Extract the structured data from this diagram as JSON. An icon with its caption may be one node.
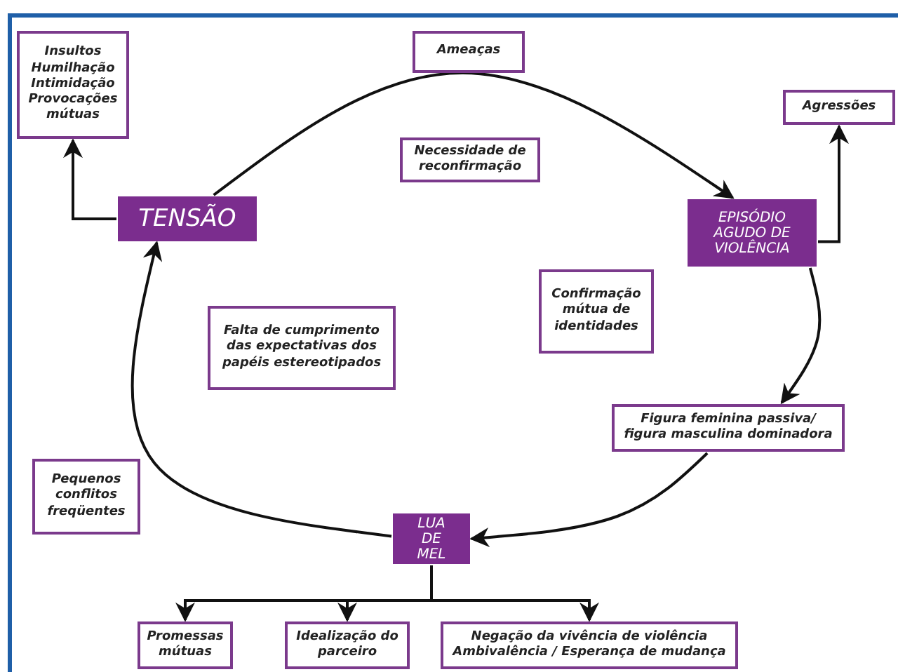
{
  "diagram": {
    "nodes": [
      {
        "text": [
          "Insultos Humilhação Intimidação Provocações mútuas"
        ]
      },
      {
        "text": [
          "Ameaças"
        ]
      },
      {
        "text": [
          "Agressões"
        ]
      },
      {
        "text": [
          "TENSÃO"
        ]
      },
      {
        "text": [
          "Necessidade de reconfirmação"
        ]
      },
      {
        "text": [
          "EPISÓDIO AGUDO DE VIOLÊNCIA"
        ]
      },
      {
        "text": [
          "Falta de cumprimento das expectativas dos papéis estereotipados"
        ]
      },
      {
        "text": [
          "Confirmação mútua de identidades"
        ]
      },
      {
        "text": [
          "Figura feminina passiva/ figura masculina dominadora"
        ]
      },
      {
        "text": [
          "Pequenos conflitos freqüentes"
        ]
      },
      {
        "text": [
          "LUA DE MEL"
        ]
      },
      {
        "text": [
          "Promessas mútuas"
        ]
      },
      {
        "text": [
          "Idealização do parceiro"
        ]
      },
      {
        "text": [
          "Negação da vivência de violência Ambivalência / Esperança de mudança"
        ]
      }
    ],
    "edges": [
      {
        "from": 3,
        "to": 0,
        "arrow": "to"
      },
      {
        "from": 3,
        "to": 5,
        "arrow": "to"
      },
      {
        "from": 5,
        "to": 2,
        "arrow": "to"
      },
      {
        "from": 5,
        "to": 8,
        "arrow": "to"
      },
      {
        "from": 8,
        "to": 10,
        "arrow": "to"
      },
      {
        "from": 10,
        "to": 3,
        "arrow": "to"
      },
      {
        "from": 10,
        "to": 11,
        "arrow": "to"
      },
      {
        "from": 10,
        "to": 12,
        "arrow": "to"
      },
      {
        "from": 10,
        "to": 13,
        "arrow": "to"
      }
    ]
  }
}
